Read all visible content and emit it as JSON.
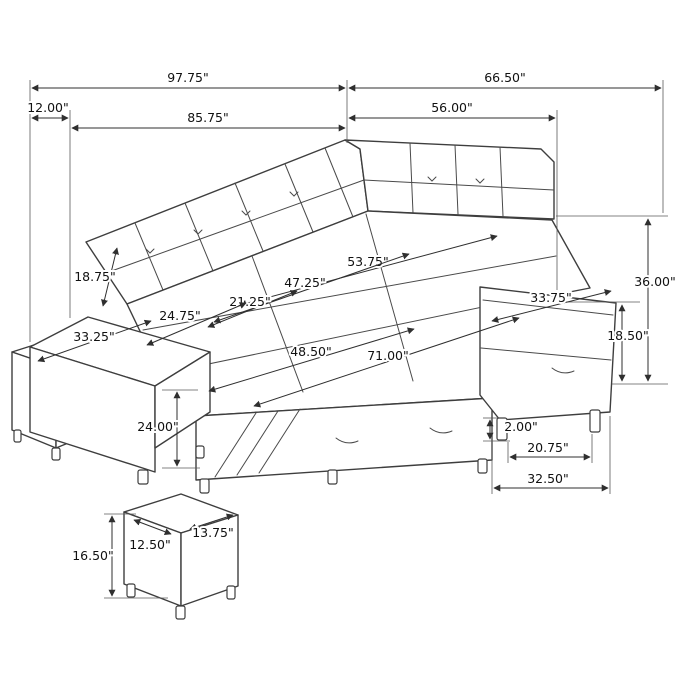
{
  "dims": {
    "overall_width": "97.75\"",
    "overall_depth": "66.50\"",
    "arm_width": "12.00\"",
    "interior_width": "85.75\"",
    "chaise_depth": "56.00\"",
    "back_cushion_height": "18.75\"",
    "bed_length_diag": "53.75\"",
    "bed_width_diag": "47.25\"",
    "seat_depth": "21.25\"",
    "seat_section_width": "24.75\"",
    "armrest_length": "33.25\"",
    "chaise_width": "33.75\"",
    "overall_height": "36.00\"",
    "seat_height": "18.50\"",
    "pullout_width": "48.50\"",
    "pullout_length": "71.00\"",
    "arm_height": "24.00\"",
    "foot_height": "2.00\"",
    "foot_spacing": "20.75\"",
    "chaise_base_width": "32.50\"",
    "ottoman_height": "16.50\"",
    "ottoman_width": "12.50\"",
    "ottoman_depth": "13.75\""
  }
}
